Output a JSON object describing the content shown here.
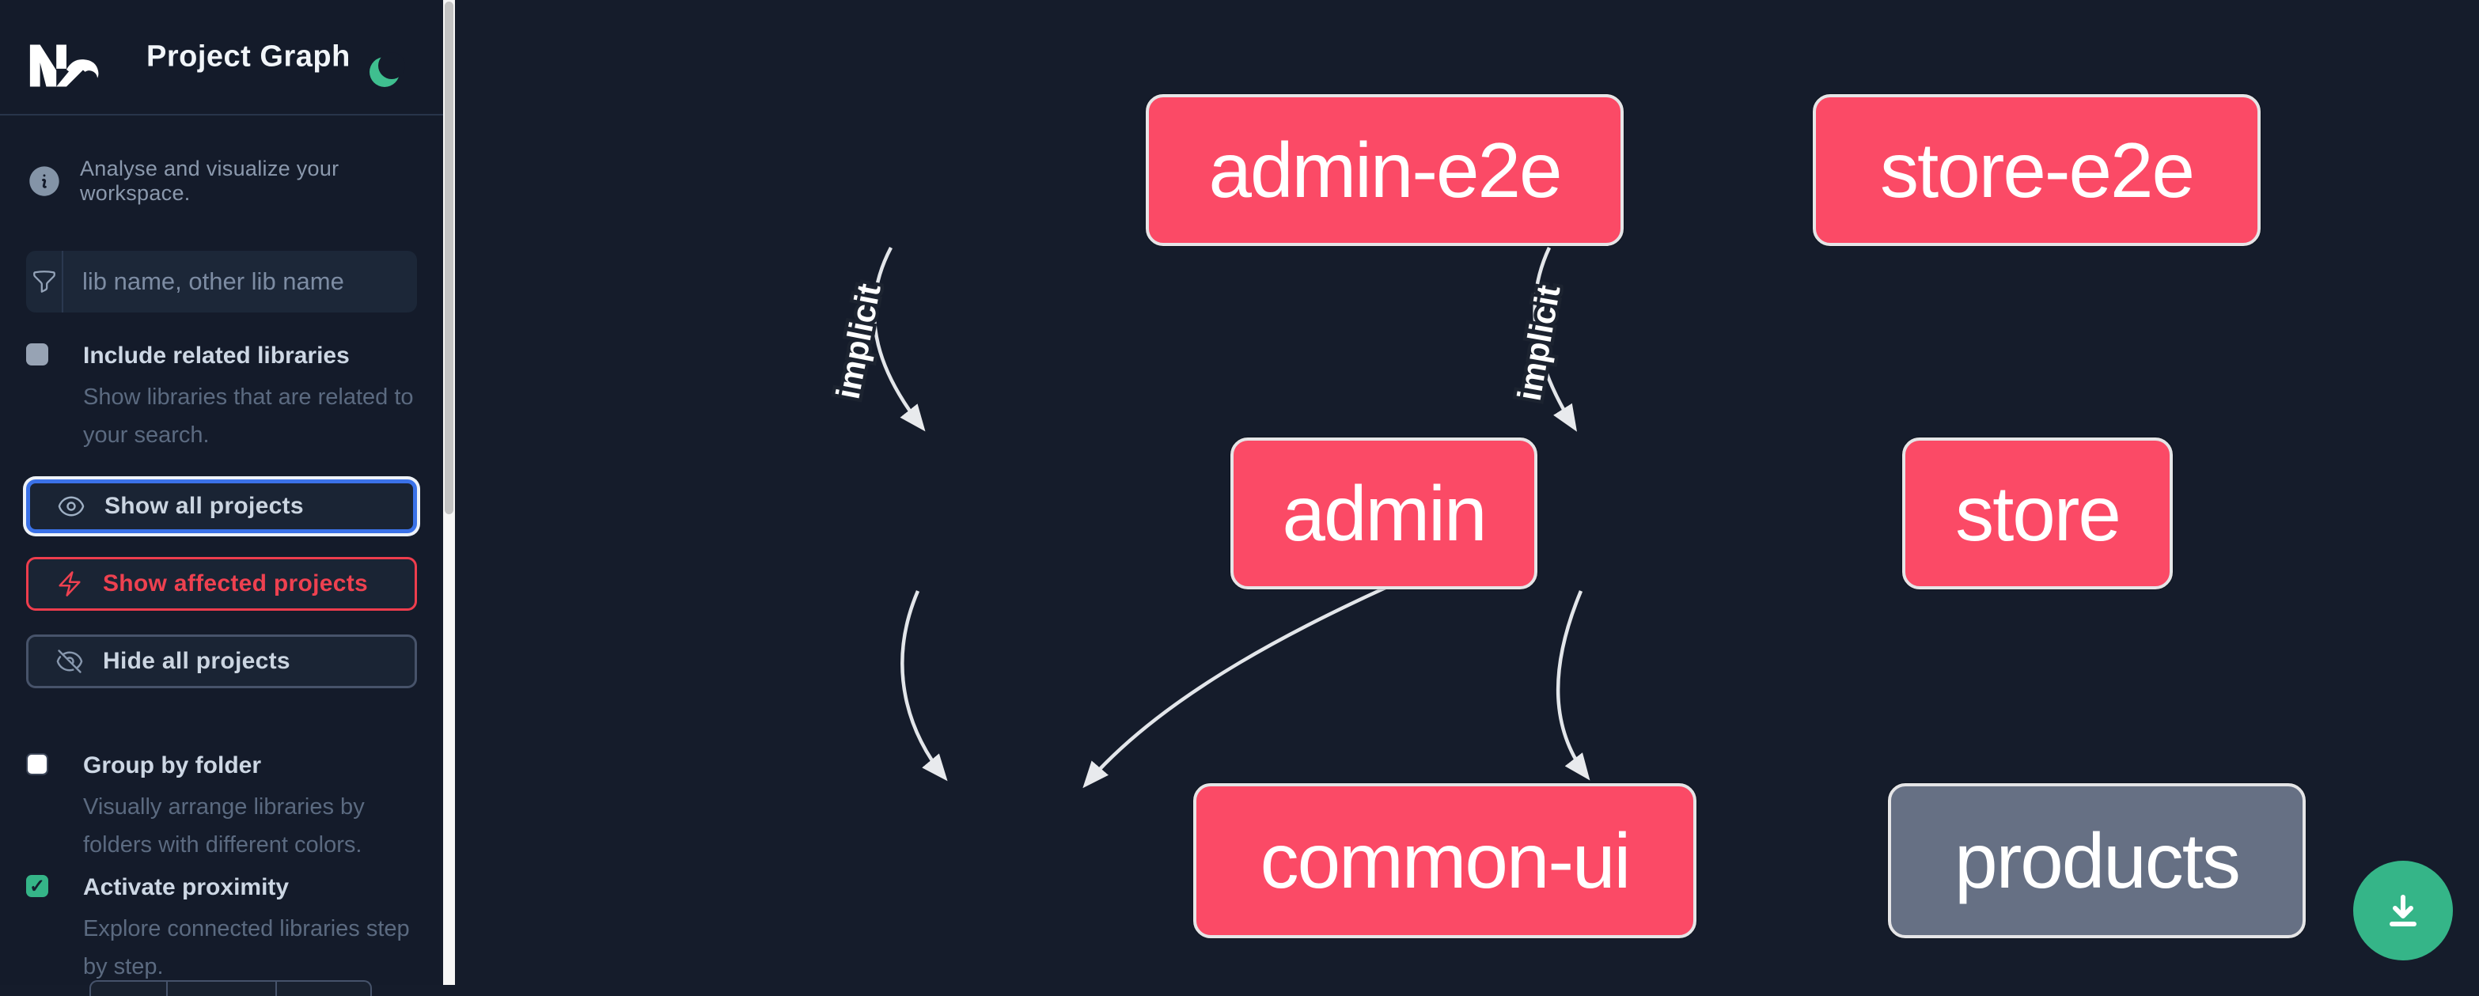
{
  "app": {
    "title": "Project Graph",
    "theme_toggle_icon": "moon-icon"
  },
  "sidebar": {
    "tagline": "Analyse and visualize your workspace.",
    "search": {
      "placeholder": "lib name, other lib name",
      "value": ""
    },
    "options": [
      {
        "label": "Include related libraries",
        "description": "Show libraries that are related to your search.",
        "checked": false,
        "disabled": true
      },
      {
        "label": "Group by folder",
        "description": "Visually arrange libraries by folders with different colors.",
        "checked": false,
        "disabled": false
      },
      {
        "label": "Activate proximity",
        "description": "Explore connected libraries step by step.",
        "checked": true,
        "disabled": false
      }
    ],
    "check_glyph": "✓",
    "buttons": [
      {
        "label": "Show all projects",
        "icon": "eye-icon",
        "state": "focused"
      },
      {
        "label": "Show affected projects",
        "icon": "bolt-icon",
        "state": "affected"
      },
      {
        "label": "Hide all projects",
        "icon": "eye-slash-icon",
        "state": "default"
      }
    ]
  },
  "graph": {
    "nodes": [
      {
        "id": "admin-e2e",
        "label": "admin-e2e",
        "color": "pink"
      },
      {
        "id": "store-e2e",
        "label": "store-e2e",
        "color": "pink"
      },
      {
        "id": "admin",
        "label": "admin",
        "color": "pink"
      },
      {
        "id": "store",
        "label": "store",
        "color": "pink"
      },
      {
        "id": "common-ui",
        "label": "common-ui",
        "color": "pink"
      },
      {
        "id": "products",
        "label": "products",
        "color": "gray"
      }
    ],
    "edges": [
      {
        "source": "admin-e2e",
        "target": "admin",
        "label": "implicit"
      },
      {
        "source": "store-e2e",
        "target": "store",
        "label": "implicit"
      },
      {
        "source": "admin",
        "target": "common-ui",
        "label": ""
      },
      {
        "source": "store",
        "target": "common-ui",
        "label": ""
      },
      {
        "source": "store",
        "target": "products",
        "label": ""
      }
    ]
  },
  "fab": {
    "icon": "download-icon"
  },
  "colors": {
    "background": "#151c2b",
    "sidebar_background": "#141b2a",
    "node_affected_pink": "#fb4a66",
    "node_gray": "#667084",
    "node_border": "#e5e5e7",
    "edge": "#e5e7eb",
    "focus_blue": "#3b72e8",
    "affected_red": "#ee4150",
    "fab_green": "#35b588",
    "moon_green": "#3fbf8f",
    "text_muted": "#8b99ad"
  }
}
